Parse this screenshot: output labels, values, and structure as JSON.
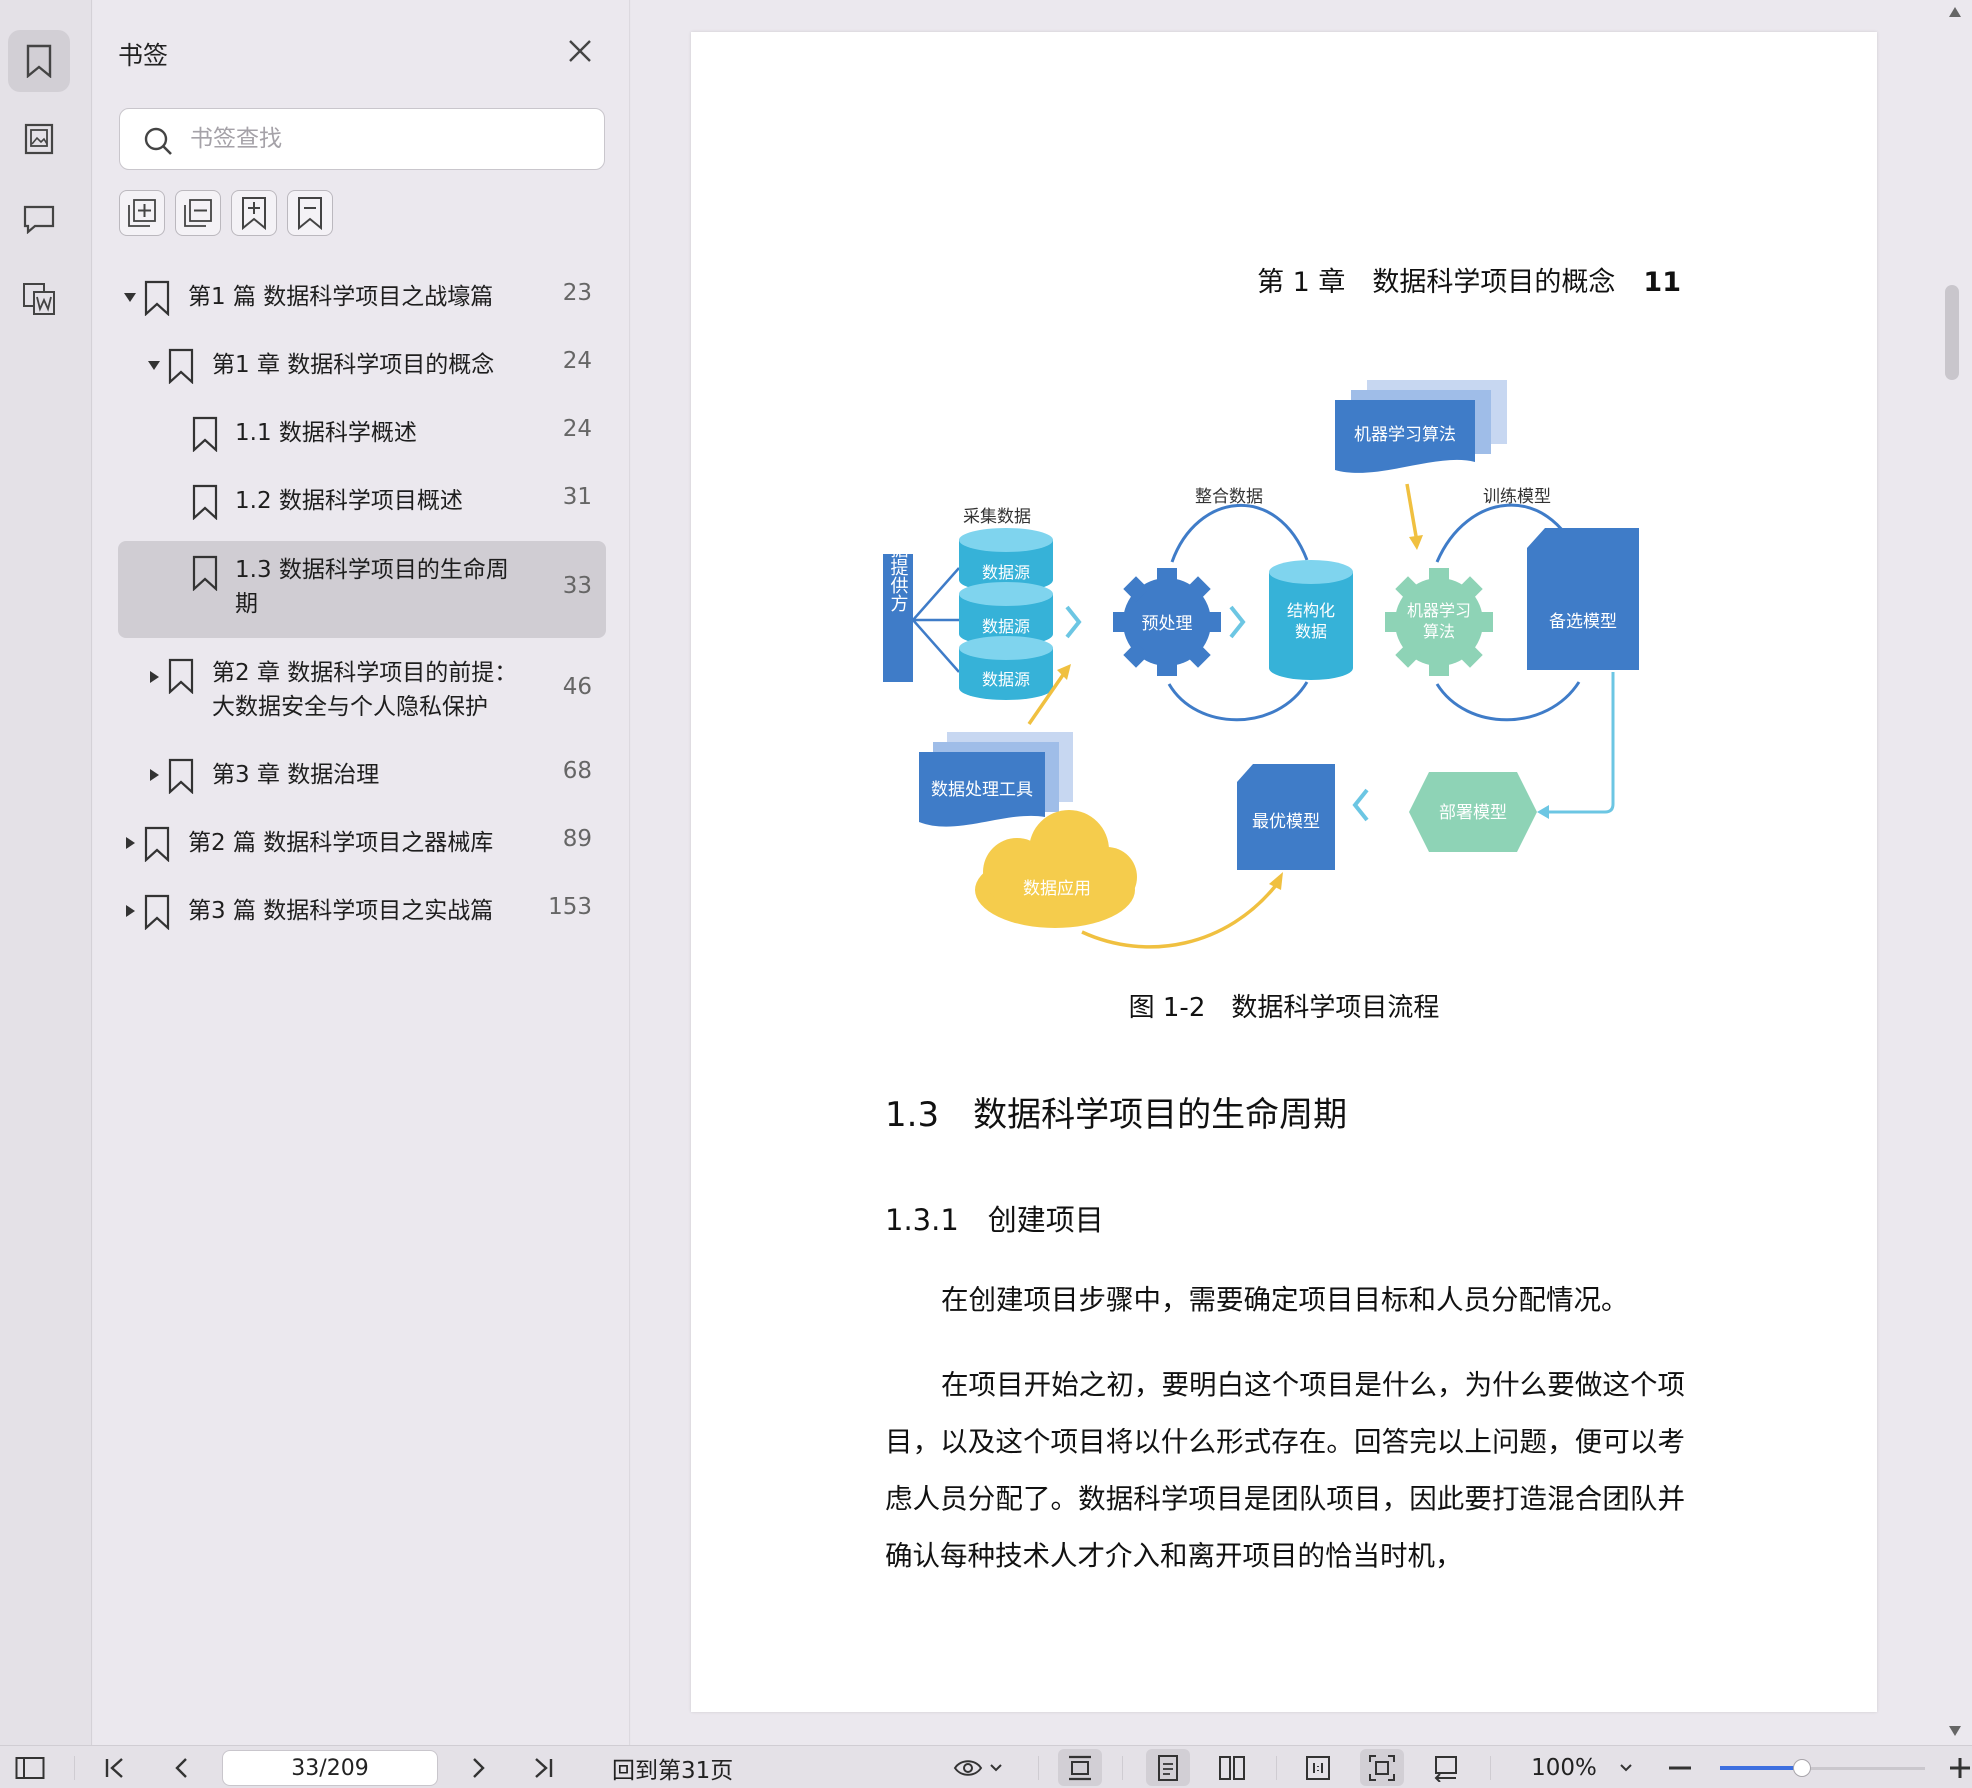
{
  "sidebar": {
    "title": "书签",
    "search_placeholder": "书签查找",
    "items": [
      {
        "label": "第1 篇 数据科学项目之战壕篇",
        "page": "23",
        "level": 0,
        "expanded": true,
        "selected": false
      },
      {
        "label": "第1 章 数据科学项目的概念",
        "page": "24",
        "level": 1,
        "expanded": true,
        "selected": false
      },
      {
        "label": "1.1 数据科学概述",
        "page": "24",
        "level": 2,
        "selected": false
      },
      {
        "label": "1.2 数据科学项目概述",
        "page": "31",
        "level": 2,
        "selected": false
      },
      {
        "label": "1.3 数据科学项目的生命周\n期",
        "page": "33",
        "level": 2,
        "selected": true
      },
      {
        "label": "第2 章 数据科学项目的前提：\n大数据安全与个人隐私保护",
        "page": "46",
        "level": 1,
        "expanded": false,
        "selected": false
      },
      {
        "label": "第3 章 数据治理",
        "page": "68",
        "level": 1,
        "expanded": false,
        "selected": false
      },
      {
        "label": "第2 篇 数据科学项目之器械库",
        "page": "89",
        "level": 0,
        "expanded": false,
        "selected": false
      },
      {
        "label": "第3 篇 数据科学项目之实战篇",
        "page": "153",
        "level": 0,
        "expanded": false,
        "selected": false
      }
    ]
  },
  "document": {
    "running_title": "第 1 章　数据科学项目的概念",
    "page_number": "11",
    "figure": {
      "provider": "数据提供方",
      "collect": "采集数据",
      "source": "数据源",
      "integrate": "整合数据",
      "preprocess": "预处理",
      "structured": "结构化数据",
      "ml_algo_doc": "机器学习算法",
      "train": "训练模型",
      "ml_algo_gear": "机器学习算法",
      "candidate": "备选模型",
      "tools": "数据处理工具",
      "best": "最优模型",
      "deploy": "部署模型",
      "app": "数据应用"
    },
    "caption": "图 1-2　数据科学项目流程",
    "heading2": "1.3　数据科学项目的生命周期",
    "heading3": "1.3.1　创建项目",
    "para1": "在创建项目步骤中，需要确定项目目标和人员分配情况。",
    "para2": "在项目开始之初，要明白这个项目是什么，为什么要做这个项目，以及这个项目将以什么形式存在。回答完以上问题，便可以考虑人员分配了。数据科学项目是团队项目，因此要打造混合团队并确认每种技术人才介入和离开项目的恰当时机，"
  },
  "statusbar": {
    "page_value": "33/209",
    "back_link": "回到第31页",
    "zoom": "100%",
    "zoom_fraction": 0.4
  },
  "colors": {
    "accent": "#3d6fe0",
    "diagram_blue": "#3f7cc8",
    "diagram_cyan": "#36b2d8",
    "diagram_green": "#8ed3b6",
    "diagram_yellow": "#f5cc4c"
  }
}
